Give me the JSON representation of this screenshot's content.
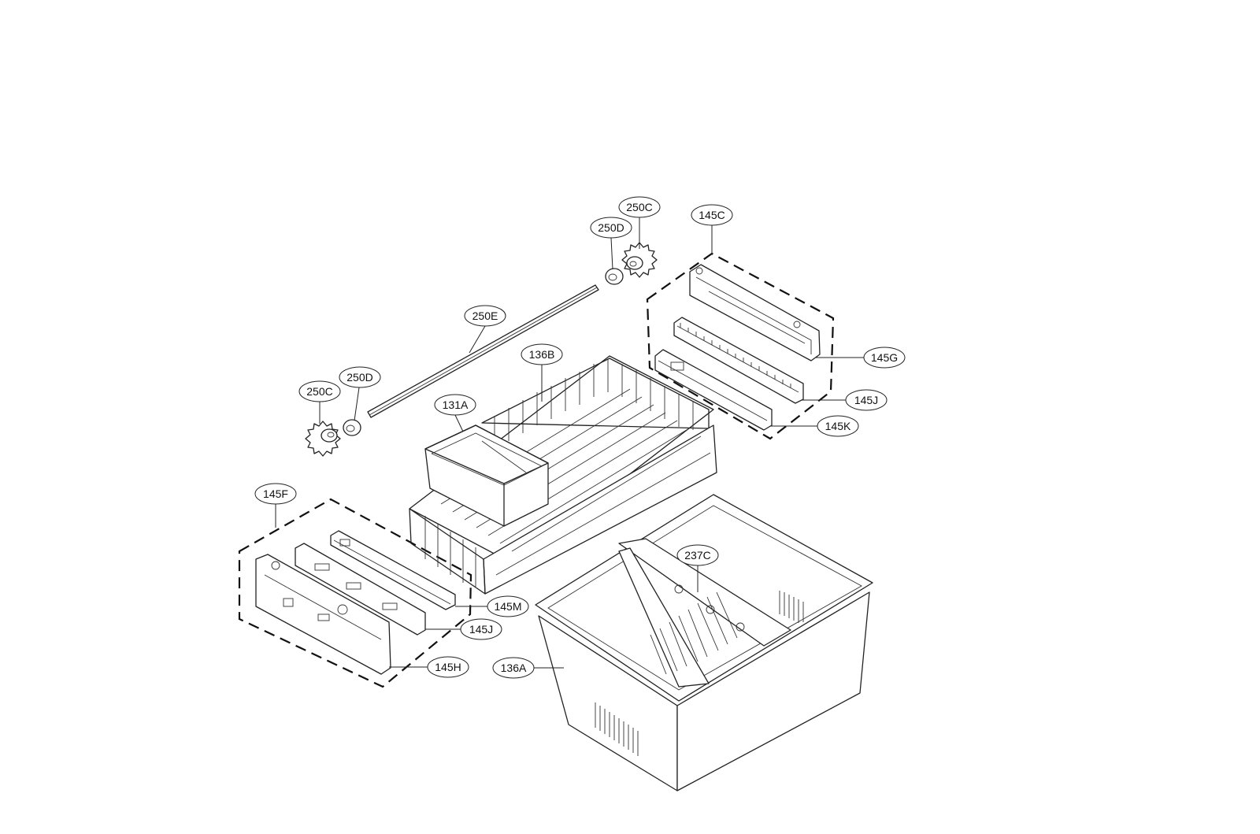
{
  "callouts": {
    "c250C_top": "250C",
    "c250D_top": "250D",
    "c145C": "145C",
    "c250E": "250E",
    "c136B": "136B",
    "c250D_left": "250D",
    "c250C_left": "250C",
    "c131A": "131A",
    "c145G": "145G",
    "c145J_right": "145J",
    "c145K": "145K",
    "c145F": "145F",
    "c237C": "237C",
    "c145M": "145M",
    "c145J_left": "145J",
    "c145H": "145H",
    "c136A": "136A"
  }
}
